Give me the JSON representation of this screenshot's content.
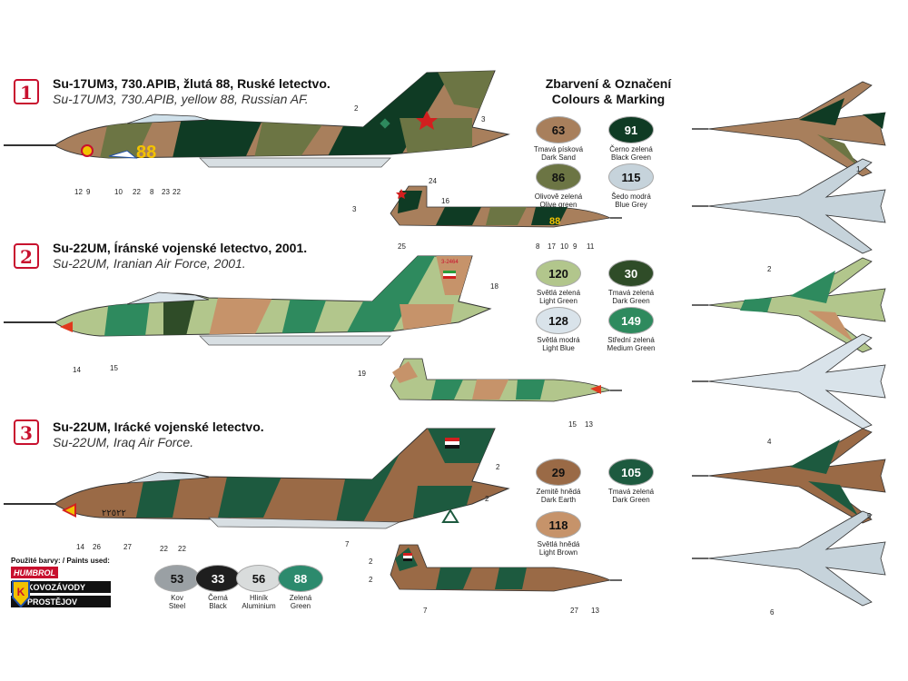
{
  "variants": [
    {
      "number": "1",
      "title_cz": "Su-17UM3, 730.APIB, žlutá 88, Ruské letectvo.",
      "title_en": "Su-17UM3, 730.APIB, yellow 88, Russian AF."
    },
    {
      "number": "2",
      "title_cz": "Su-22UM, Íránské vojenské letectvo, 2001.",
      "title_en": "Su-22UM, Iranian Air Force, 2001."
    },
    {
      "number": "3",
      "title_cz": "Su-22UM, Irácké vojenské letectvo.",
      "title_en": "Su-22UM, Iraq Air Force."
    }
  ],
  "legend": {
    "title_cz": "Zbarvení & Označení",
    "title_en": "Colours & Marking"
  },
  "colors": [
    {
      "code": "63",
      "cz": "Tmavá písková",
      "en": "Dark Sand",
      "hex": "#a87f5c",
      "text": "#111"
    },
    {
      "code": "91",
      "cz": "Černo zelená",
      "en": "Black Green",
      "hex": "#0f3b24",
      "text": "#fff"
    },
    {
      "code": "86",
      "cz": "Olivově zelená",
      "en": "Olive green",
      "hex": "#6c7544",
      "text": "#111"
    },
    {
      "code": "115",
      "cz": "Šedo modrá",
      "en": "Blue Grey",
      "hex": "#c6d3db",
      "text": "#111"
    },
    {
      "code": "120",
      "cz": "Světlá zelená",
      "en": "Light Green",
      "hex": "#b2c68c",
      "text": "#111"
    },
    {
      "code": "30",
      "cz": "Tmavá zelená",
      "en": "Dark Green",
      "hex": "#2f4c28",
      "text": "#fff"
    },
    {
      "code": "128",
      "cz": "Světlá modrá",
      "en": "Light Blue",
      "hex": "#d9e3ea",
      "text": "#111"
    },
    {
      "code": "149",
      "cz": "Střední zelená",
      "en": "Medium Green",
      "hex": "#2e8a5e",
      "text": "#fff"
    },
    {
      "code": "29",
      "cz": "Zemitě hnědá",
      "en": "Dark Earth",
      "hex": "#9a6a46",
      "text": "#111"
    },
    {
      "code": "105",
      "cz": "Tmavá zelená",
      "en": "Dark Green",
      "hex": "#1d5a3f",
      "text": "#fff"
    },
    {
      "code": "118",
      "cz": "Světlá hnědá",
      "en": "Light Brown",
      "hex": "#c6936a",
      "text": "#111"
    }
  ],
  "bottom_colors": [
    {
      "code": "53",
      "cz": "Kov",
      "en": "Steel",
      "hex": "#9aa0a4",
      "text": "#111"
    },
    {
      "code": "33",
      "cz": "Černá",
      "en": "Black",
      "hex": "#1e1e1e",
      "text": "#fff"
    },
    {
      "code": "56",
      "cz": "Hliník",
      "en": "Aluminium",
      "hex": "#d9dcdc",
      "text": "#111"
    },
    {
      "code": "88",
      "cz": "Zelená",
      "en": "Green",
      "hex": "#2c8a6d",
      "text": "#fff"
    }
  ],
  "paints": {
    "label": "Použité barvy: / Paints used:",
    "humbrol": "HUMBROL",
    "kovozavody": "KOVOZÁVODY",
    "prostejov": "PROSTĚJOV"
  },
  "aircraft_markings": {
    "tail_88": "88",
    "serial_iran": "3-2464",
    "serial_iraq": "٢٢٥٢٢"
  },
  "callouts": {
    "a1": [
      "12",
      "9",
      "10",
      "22",
      "8",
      "23",
      "22",
      "2",
      "3",
      "24"
    ],
    "a1s": [
      "3",
      "16",
      "25",
      "8",
      "17",
      "10",
      "9",
      "11"
    ],
    "a2": [
      "14",
      "15",
      "18"
    ],
    "a2s": [
      "19",
      "15",
      "13"
    ],
    "a3": [
      "14",
      "26",
      "27",
      "22",
      "22",
      "2",
      "2",
      "7"
    ],
    "a3s": [
      "2",
      "2",
      "7",
      "27",
      "13"
    ],
    "plan": [
      "1",
      "2",
      "4",
      "5",
      "6"
    ]
  }
}
